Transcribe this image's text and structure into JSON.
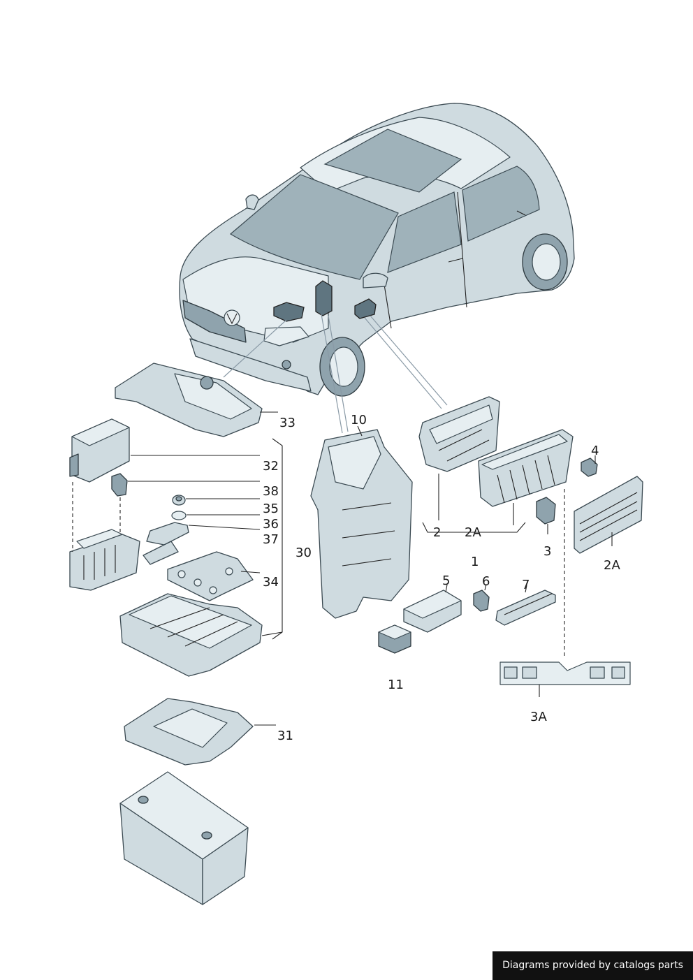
{
  "diagram": {
    "callouts": {
      "c1": "1",
      "c2": "2",
      "c2A_a": "2A",
      "c2A_b": "2A",
      "c3": "3",
      "c3A": "3A",
      "c4": "4",
      "c5": "5",
      "c6": "6",
      "c7": "7",
      "c10": "10",
      "c11": "11",
      "c30": "30",
      "c31": "31",
      "c32": "32",
      "c33": "33",
      "c34": "34",
      "c35": "35",
      "c36": "36",
      "c37": "37",
      "c38": "38"
    }
  },
  "credit": {
    "text": "Diagrams provided by catalogs parts"
  }
}
